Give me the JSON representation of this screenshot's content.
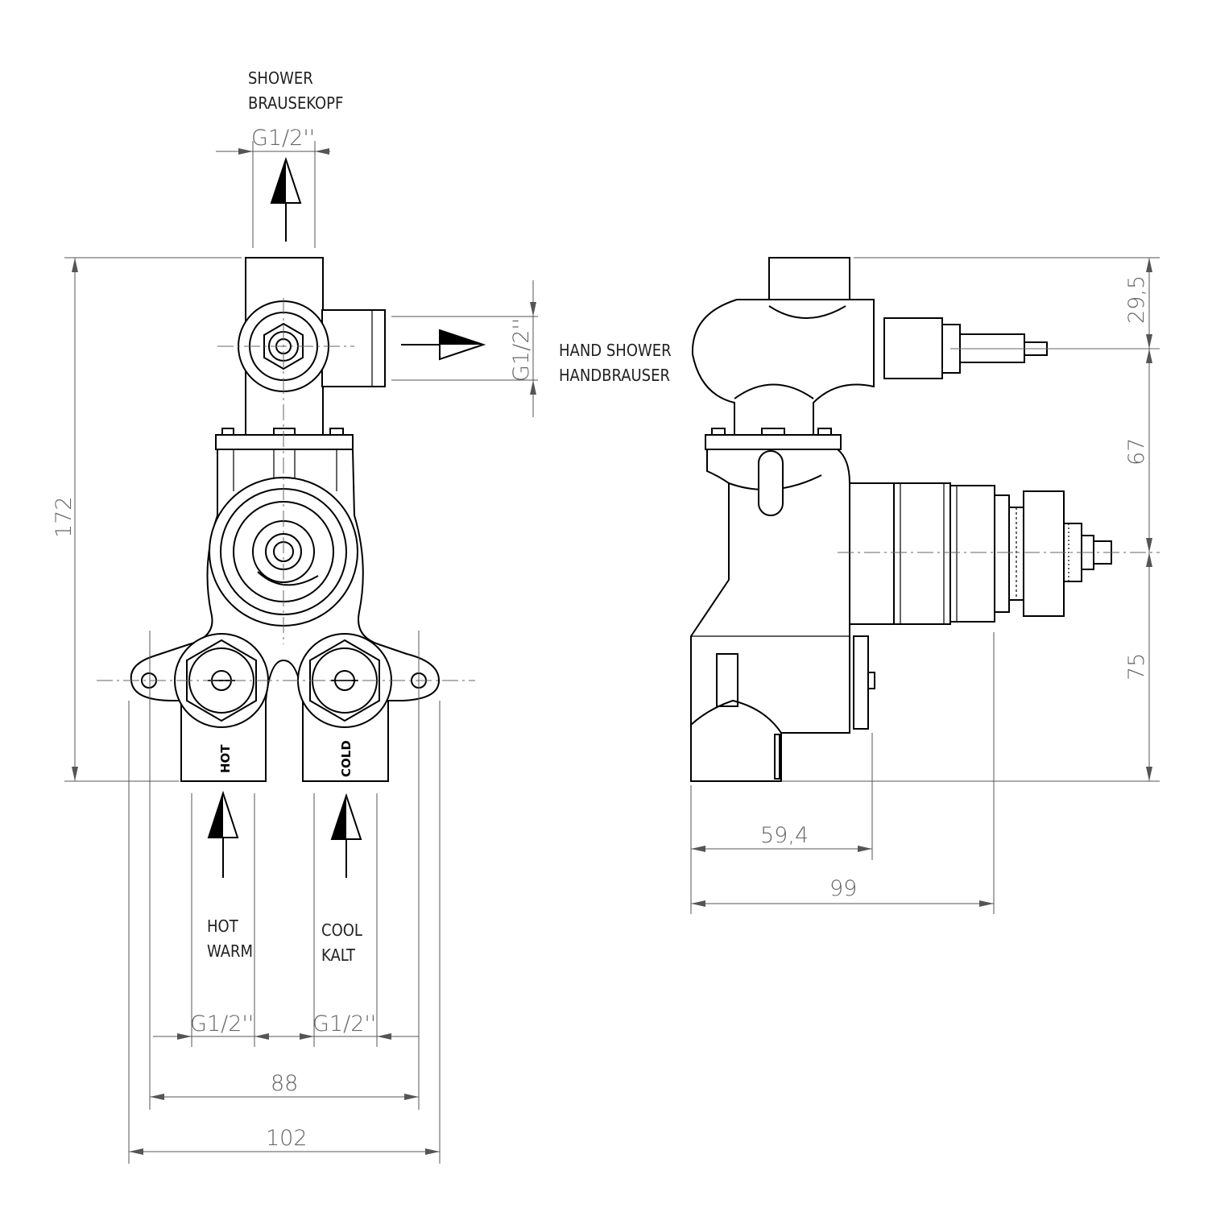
{
  "labels": {
    "shower": "SHOWER",
    "brausekopf": "BRAUSEKOPF",
    "hand_shower": "HAND SHOWER",
    "handbrauser": "HANDBRAUSER",
    "hot": "HOT",
    "warm": "WARM",
    "cool": "COOL",
    "kalt": "KALT",
    "cast_hot": "HOT",
    "cast_cold": "COLD"
  },
  "dimensions": {
    "thread_top": "G1/2''",
    "thread_side": "G1/2''",
    "thread_hot": "G1/2''",
    "thread_cold": "G1/2''",
    "height_total": "172",
    "width_88": "88",
    "width_102": "102",
    "depth_59": "59,4",
    "depth_99": "99",
    "right_29": "29,5",
    "right_67": "67",
    "right_75": "75"
  }
}
